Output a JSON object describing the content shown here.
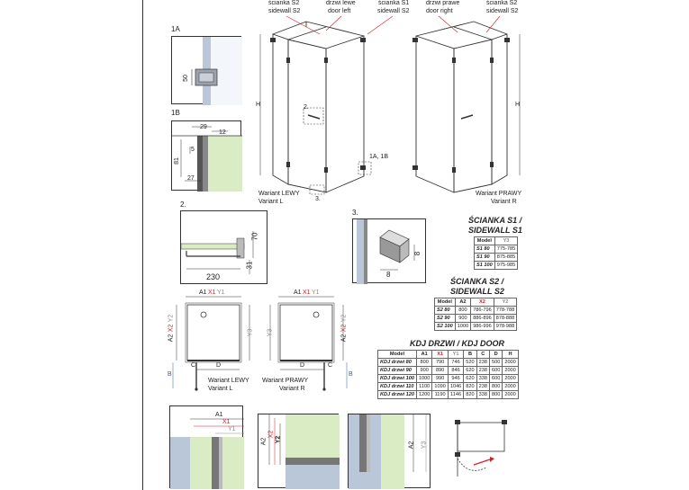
{
  "top_labels": {
    "sidewall_s2_left_pl": "ścianka S2",
    "sidewall_s2_left_en": "sidewall S2",
    "door_left_pl": "drzwi lewe",
    "door_left_en": "door left",
    "sidewall_s1_pl": "ścianka S1",
    "sidewall_s1_en": "sidewall S2",
    "door_right_pl": "drzwi prawe",
    "door_right_en": "door right",
    "sidewall_s2_right_pl": "ścianka S2",
    "sidewall_s2_right_en": "sidewall S2"
  },
  "detail_1a": {
    "title": "1A",
    "dim": "50"
  },
  "detail_1b": {
    "title": "1B",
    "dims": [
      "29",
      "12",
      "5",
      "81",
      "27"
    ]
  },
  "main_views": {
    "height_label": "H",
    "callout_2": "2.",
    "callout_1a1b": "1A, 1B",
    "callout_3": "3.",
    "left_caption_1": "Wariant LEWY",
    "left_caption_2": "Variant L",
    "right_caption_1": "Wariant PRAWY",
    "right_caption_2": "Variant R"
  },
  "detail_2": {
    "title": "2.",
    "dims": [
      "70",
      "31",
      "230"
    ]
  },
  "detail_3": {
    "title": "3.",
    "dims": [
      "8",
      "8"
    ]
  },
  "table_s1": {
    "title_1": "ŚCIANKA S1 /",
    "title_2": "SIDEWALL S1",
    "headers": [
      "Model",
      "Y3"
    ],
    "rows": [
      [
        "S1 80",
        "775-785"
      ],
      [
        "S1 90",
        "875-885"
      ],
      [
        "S1 100",
        "975-985"
      ]
    ]
  },
  "table_s2": {
    "title_1": "ŚCIANKA S2 /",
    "title_2": "SIDEWALL S2",
    "headers": [
      "Model",
      "A2",
      "X2",
      "Y2"
    ],
    "rows": [
      [
        "S2 80",
        "800",
        "786-796",
        "778-788"
      ],
      [
        "S2 90",
        "900",
        "886-896",
        "878-888"
      ],
      [
        "S2 100",
        "1000",
        "986-996",
        "978-988"
      ]
    ]
  },
  "table_door": {
    "title": "KDJ DRZWI / KDJ DOOR",
    "headers": [
      "Model",
      "A1",
      "X1",
      "Y1",
      "B",
      "C",
      "D",
      "H"
    ],
    "rows": [
      [
        "KDJ drzwi 80",
        "800",
        "790",
        "746",
        "520",
        "238",
        "500",
        "2000"
      ],
      [
        "KDJ drzwi 90",
        "900",
        "890",
        "846",
        "620",
        "238",
        "600",
        "2000"
      ],
      [
        "KDJ drzwi 100",
        "1000",
        "990",
        "946",
        "620",
        "338",
        "600",
        "2000"
      ],
      [
        "KDJ drzwi 110",
        "1100",
        "1090",
        "1046",
        "820",
        "238",
        "800",
        "2000"
      ],
      [
        "KDJ drzwi 120",
        "1200",
        "1190",
        "1146",
        "820",
        "338",
        "800",
        "2000"
      ]
    ]
  },
  "plan_views": {
    "top_dims": [
      "A1",
      "X1",
      "Y1"
    ],
    "side_dims": [
      "A2",
      "X2",
      "Y2"
    ],
    "y3": "Y3",
    "b": "B",
    "c": "C",
    "d": "D",
    "left_caption_1": "Wariant LEWY",
    "left_caption_2": "Variant L",
    "right_caption_1": "Wariant PRAWY",
    "right_caption_2": "Variant R"
  },
  "bottom_details": {
    "d1": [
      "A1",
      "X1",
      "Y1"
    ],
    "d2": [
      "A2",
      "X2",
      "Y2"
    ],
    "d3": [
      "A2",
      "Y3"
    ]
  },
  "colors": {
    "glass": "#d9ecc4",
    "frame": "#333333",
    "red": "#d0202a",
    "blue": "#2f5fa8",
    "wall": "#b9c7d9"
  }
}
